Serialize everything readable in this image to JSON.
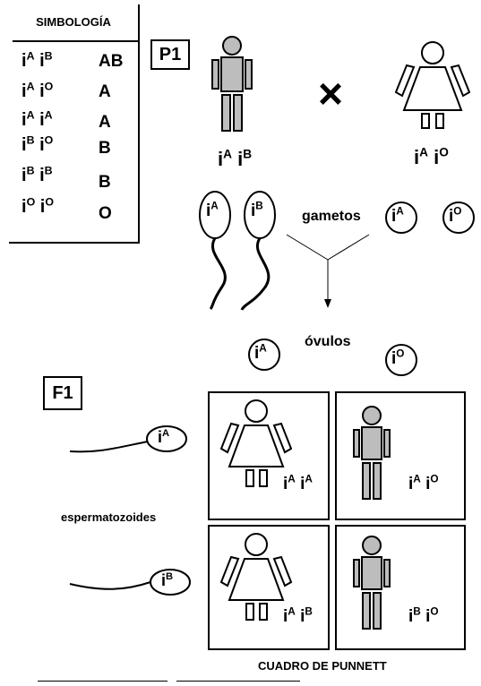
{
  "legend": {
    "title": "SIMBOLOGÍA",
    "rows": [
      {
        "a": "A",
        "b": "B",
        "phenotype": "AB"
      },
      {
        "a": "A",
        "b": "O",
        "phenotype": "A"
      },
      {
        "a": "A",
        "b": "A",
        "phenotype": "A"
      },
      {
        "a": "B",
        "b": "O",
        "phenotype": "B"
      },
      {
        "a": "B",
        "b": "B",
        "phenotype": "B"
      },
      {
        "a": "O",
        "b": "O",
        "phenotype": "O"
      }
    ]
  },
  "generations": {
    "p1": "P1",
    "f1": "F1"
  },
  "base_letter": "i",
  "cross_symbol": "×",
  "parents": {
    "male": {
      "a": "A",
      "b": "B"
    },
    "female": {
      "a": "A",
      "b": "O"
    }
  },
  "labels": {
    "gametes": "gametos",
    "ovules": "óvulos",
    "sperm": "espermatozoides",
    "punnett": "CUADRO DE PUNNETT"
  },
  "sperm_alleles": [
    "A",
    "B"
  ],
  "ovule_alleles": [
    "A",
    "O"
  ],
  "punnett": [
    {
      "a": "A",
      "b": "A",
      "sex": "female"
    },
    {
      "a": "A",
      "b": "O",
      "sex": "male"
    },
    {
      "a": "A",
      "b": "B",
      "sex": "female"
    },
    {
      "a": "B",
      "b": "O",
      "sex": "male"
    }
  ],
  "colors": {
    "stroke": "#000000",
    "shade": "#bdbdbd"
  }
}
